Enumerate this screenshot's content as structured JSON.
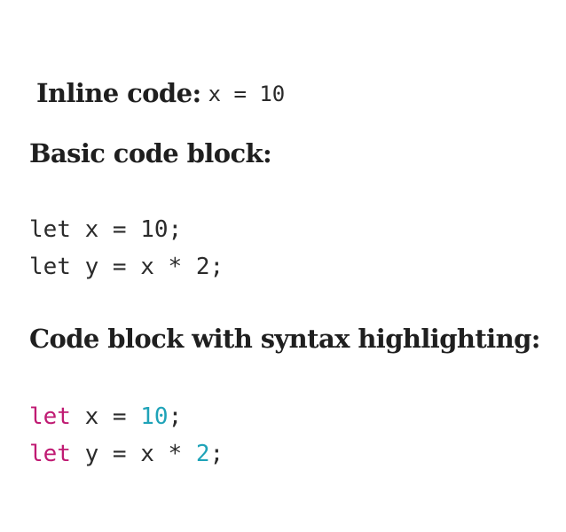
{
  "inline_section": {
    "label": "Inline code:",
    "code": "x = 10"
  },
  "basic_section": {
    "heading": "Basic code block:",
    "lines": [
      "let x = 10;",
      "let y = x * 2;"
    ]
  },
  "highlighted_section": {
    "heading": "Code block with syntax highlighting:",
    "lines": [
      {
        "keyword": "let",
        "middle": " x = ",
        "number": "10",
        "end": ";"
      },
      {
        "keyword": "let",
        "middle": " y = x * ",
        "number": "2",
        "end": ";"
      }
    ]
  },
  "colors": {
    "keyword": "#c01b73",
    "number": "#1fa3b8",
    "text": "#1f1f1f"
  }
}
